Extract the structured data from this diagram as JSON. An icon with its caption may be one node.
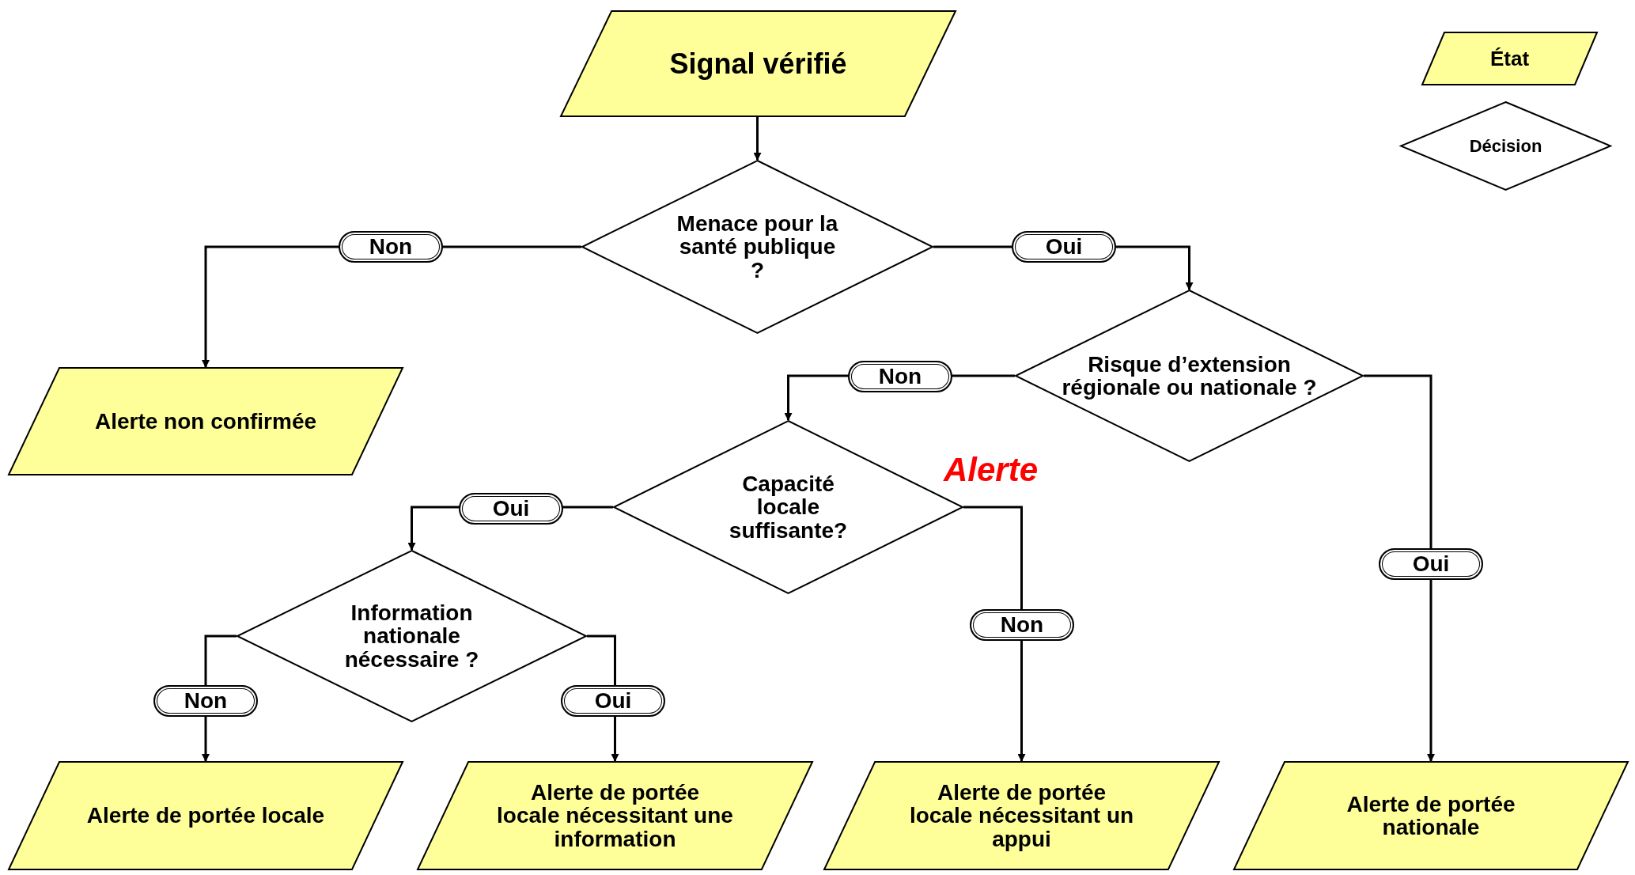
{
  "diagram": {
    "nodes": [
      {
        "text": [
          "Signal vérifié"
        ]
      },
      {
        "text": [
          "Menace pour la santé publique ?"
        ]
      },
      {
        "text": [
          "Alerte non confirmée"
        ]
      },
      {
        "text": [
          "Risque d’extension régionale ou nationale ?"
        ]
      },
      {
        "text": [
          "Capacité locale suffisante?"
        ]
      },
      {
        "text": [
          "Information nationale nécessaire ?"
        ]
      },
      {
        "text": [
          "Alerte de portée locale"
        ]
      },
      {
        "text": [
          "Alerte de portée locale nécessitant une information"
        ]
      },
      {
        "text": [
          "Alerte de portée locale nécessitant un appui"
        ]
      },
      {
        "text": [
          "Alerte de portée nationale"
        ]
      }
    ],
    "edges": [
      {
        "from": 0,
        "to": 1,
        "arrow": "to"
      },
      {
        "from": 1,
        "to": 2,
        "arrow": "to",
        "label": "Non"
      },
      {
        "from": 1,
        "to": 3,
        "arrow": "to",
        "label": "Oui"
      },
      {
        "from": 3,
        "to": 4,
        "arrow": "to",
        "label": "Non"
      },
      {
        "from": 3,
        "to": 9,
        "arrow": "to",
        "label": "Oui"
      },
      {
        "from": 4,
        "to": 5,
        "arrow": "to",
        "label": "Oui"
      },
      {
        "from": 4,
        "to": 8,
        "arrow": "to",
        "label": "Non"
      },
      {
        "from": 5,
        "to": 6,
        "arrow": "to",
        "label": "Non"
      },
      {
        "from": 5,
        "to": 7,
        "arrow": "to",
        "label": "Oui"
      }
    ],
    "labels": [
      "Alerte"
    ],
    "legend": [
      {
        "text": "État"
      },
      {
        "text": "Décision"
      }
    ]
  }
}
